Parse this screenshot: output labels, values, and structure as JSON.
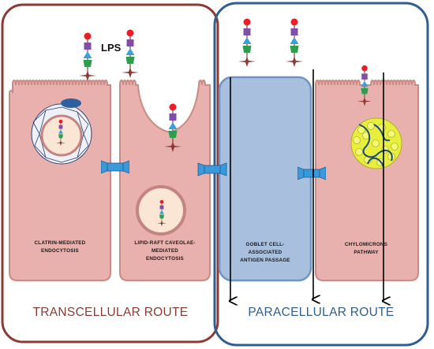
{
  "molecule_label": "LPS",
  "cells": [
    {
      "label_lines": [
        "CLATRIN-MEDIATED",
        "ENDOCYTOSIS"
      ]
    },
    {
      "label_lines": [
        "LIPID-RAFT CAVEOLAE-",
        "MEDIATED",
        "ENDOCYTOSIS"
      ]
    },
    {
      "label_lines": [
        "GOBLET CELL-",
        "ASSOCIATED",
        "ANTIGEN PASSAGE"
      ]
    },
    {
      "label_lines": [
        "CHYLOMICRONS",
        "PATHWAY"
      ]
    }
  ],
  "routes": {
    "transcellular": "TRANSCELLULAR ROUTE",
    "paracellular": "PARACELLULAR ROUTE"
  },
  "colors": {
    "transcellular_border": "#8b3b34",
    "paracellular_border": "#2f5e91",
    "cell_fill": "#e9b1ad",
    "cell_stroke": "#c98b86",
    "goblet_fill": "#a8bfdd",
    "tight_junction": "#3a9ad9",
    "chylomicron": "#e8ee3c",
    "lps_red": "#ee1c24",
    "lps_purple": "#7f4fa7",
    "lps_cyan": "#3aa0dd",
    "lps_green": "#2d9e50",
    "lps_anchor": "#8c3b34"
  }
}
